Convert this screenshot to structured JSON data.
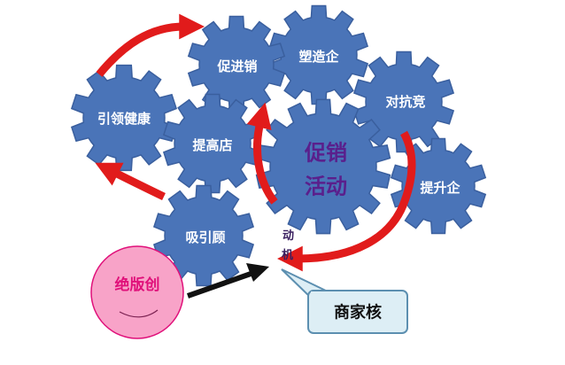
{
  "diagram": {
    "center_gear": {
      "line1": "促销",
      "line2": "活动"
    },
    "gears": [
      {
        "id": "promote-sales",
        "label": "促进销"
      },
      {
        "id": "shape-enterprise",
        "label": "塑造企"
      },
      {
        "id": "counter-competition",
        "label": "对抗竞"
      },
      {
        "id": "guide-health",
        "label": "引领健康"
      },
      {
        "id": "improve-store",
        "label": "提高店"
      },
      {
        "id": "raise-enterprise",
        "label": "提升企"
      },
      {
        "id": "attract-customers",
        "label": "吸引顾"
      }
    ],
    "motive_label": {
      "line1": "动",
      "line2": "机"
    },
    "merchant_callout": "商家核",
    "stamp_text": "绝版创"
  },
  "colors": {
    "gear_fill": "#4a74b8",
    "arrow_red": "#e11b1b",
    "center_text": "#5a1f8c",
    "callout_fill": "#ddeef5",
    "callout_border": "#5c8fb0",
    "stamp_fill": "#f8a3c8",
    "stamp_text": "#e0107a"
  }
}
